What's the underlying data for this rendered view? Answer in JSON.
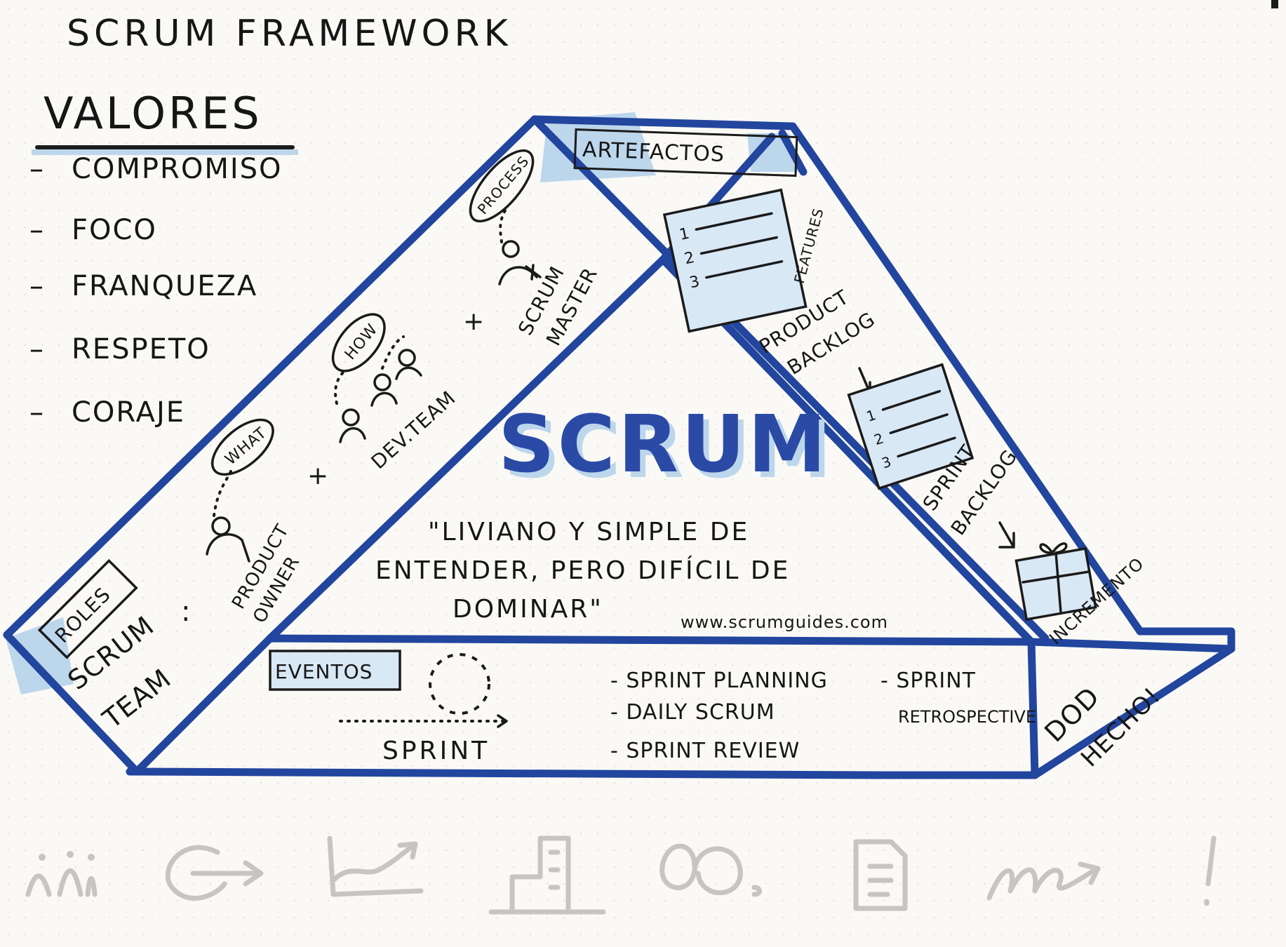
{
  "title": "SCRUM FRAMEWORK",
  "values": {
    "heading": "VALORES",
    "items": [
      "COMPROMISO",
      "FOCO",
      "FRANQUEZA",
      "RESPETO",
      "CORAJE"
    ]
  },
  "center": {
    "title": "SCRUM",
    "quote_lines": [
      "\"LIVIANO Y SIMPLE DE",
      "ENTENDER, PERO DIFÍCIL DE",
      "DOMINAR\""
    ],
    "url": "www.scrumguides.com"
  },
  "roles": {
    "label": "ROLES",
    "team_label_line1": "SCRUM",
    "team_label_line2": "TEAM",
    "colon": ":",
    "plus": "+",
    "product_owner": {
      "tag": "WHAT",
      "line1": "PRODUCT",
      "line2": "OWNER"
    },
    "dev_team": {
      "tag": "HOW",
      "label": "DEV.TEAM"
    },
    "scrum_master": {
      "tag": "PROCESS",
      "line1": "SCRUM",
      "line2": "MASTER"
    }
  },
  "artifacts": {
    "label": "ARTEFACTOS",
    "product_backlog": {
      "line1": "PRODUCT",
      "line2": "BACKLOG",
      "doc_tag": "FEATURES",
      "nums": [
        "1",
        "2",
        "3"
      ]
    },
    "sprint_backlog": {
      "line1": "SPRINT",
      "line2": "BACKLOG",
      "nums": [
        "1",
        "2",
        "3"
      ]
    },
    "increment": "INCREMENTO"
  },
  "events": {
    "label": "EVENTOS",
    "sprint_label": "SPRINT",
    "items": [
      "- SPRINT PLANNING",
      "- DAILY SCRUM",
      "- SPRINT REVIEW"
    ],
    "retro_line1": "- SPRINT",
    "retro_line2": "RETROSPECTIVE"
  },
  "dod": {
    "line1": "DOD",
    "line2": "HECHO!"
  },
  "bottom_icons": [
    "people-icon",
    "login-arrow-icon",
    "growth-chart-icon",
    "building-icon",
    "rings-icon",
    "document-icon",
    "squiggle-arrow-icon",
    "exclamation-icon"
  ],
  "colors": {
    "frame_blue": "#22459e",
    "highlight_blue": "#bcd6ec",
    "ink": "#161616",
    "pencil_grey": "#c9c4c2"
  }
}
